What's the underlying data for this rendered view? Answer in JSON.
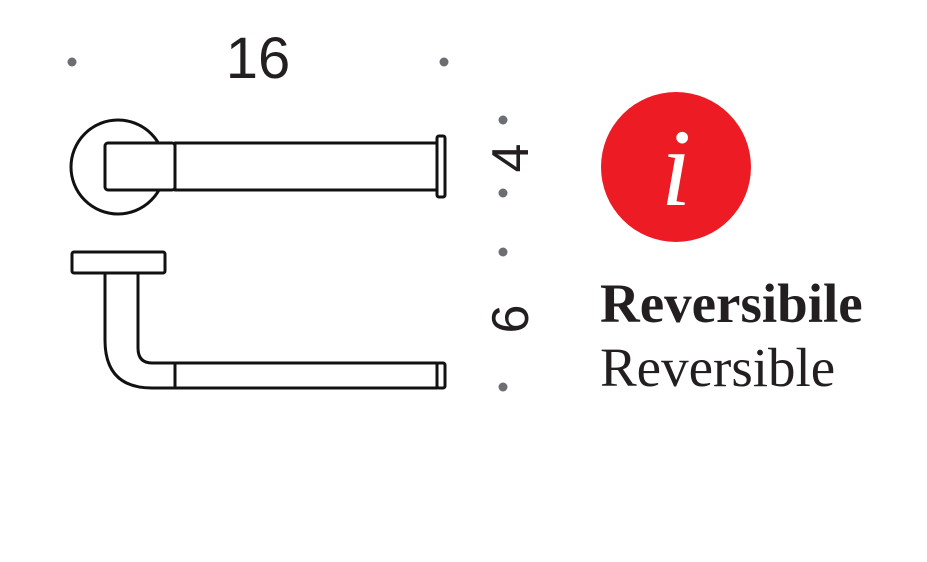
{
  "dimensions": {
    "width": "16",
    "height_top": "4",
    "height_bottom": "6"
  },
  "info_icon": {
    "glyph": "i",
    "color": "#ed1c24"
  },
  "label": {
    "italian": "Reversibile",
    "english": "Reversible"
  }
}
